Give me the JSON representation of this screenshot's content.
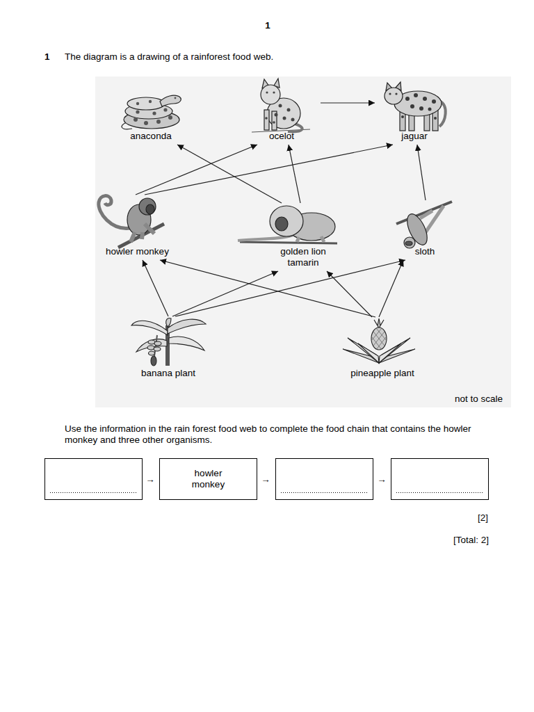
{
  "diagram": {
    "nodes": [
      {
        "text": [
          "anaconda"
        ]
      },
      {
        "text": [
          "ocelot"
        ]
      },
      {
        "text": [
          "jaguar"
        ]
      },
      {
        "text": [
          "howler monkey"
        ]
      },
      {
        "text": [
          "golden lion tamarin"
        ]
      },
      {
        "text": [
          "sloth"
        ]
      },
      {
        "text": [
          "banana plant"
        ]
      },
      {
        "text": [
          "pineapple plant"
        ]
      },
      {
        "text": [
          "howler monkey"
        ]
      }
    ],
    "edges": [
      {
        "from": 1,
        "to": 2,
        "arrow": "to"
      },
      {
        "from": 3,
        "to": 1,
        "arrow": "to"
      },
      {
        "from": 3,
        "to": 2,
        "arrow": "to"
      },
      {
        "from": 4,
        "to": 0,
        "arrow": "to"
      },
      {
        "from": 4,
        "to": 1,
        "arrow": "to"
      },
      {
        "from": 5,
        "to": 2,
        "arrow": "to"
      },
      {
        "from": 6,
        "to": 3,
        "arrow": "to"
      },
      {
        "from": 6,
        "to": 4,
        "arrow": "to"
      },
      {
        "from": 6,
        "to": 5,
        "arrow": "to"
      },
      {
        "from": 7,
        "to": 3,
        "arrow": "to"
      },
      {
        "from": 7,
        "to": 4,
        "arrow": "to"
      },
      {
        "from": 7,
        "to": 5,
        "arrow": "to"
      }
    ],
    "labels": [
      "1",
      "1",
      "The diagram is a drawing of a rainforest food web.",
      "not to scale",
      "Use the information in the rain forest food web to complete the food chain that contains the howler monkey and three other organisms.",
      "→",
      "→",
      "→",
      "[2]",
      "[Total: 2]"
    ]
  }
}
